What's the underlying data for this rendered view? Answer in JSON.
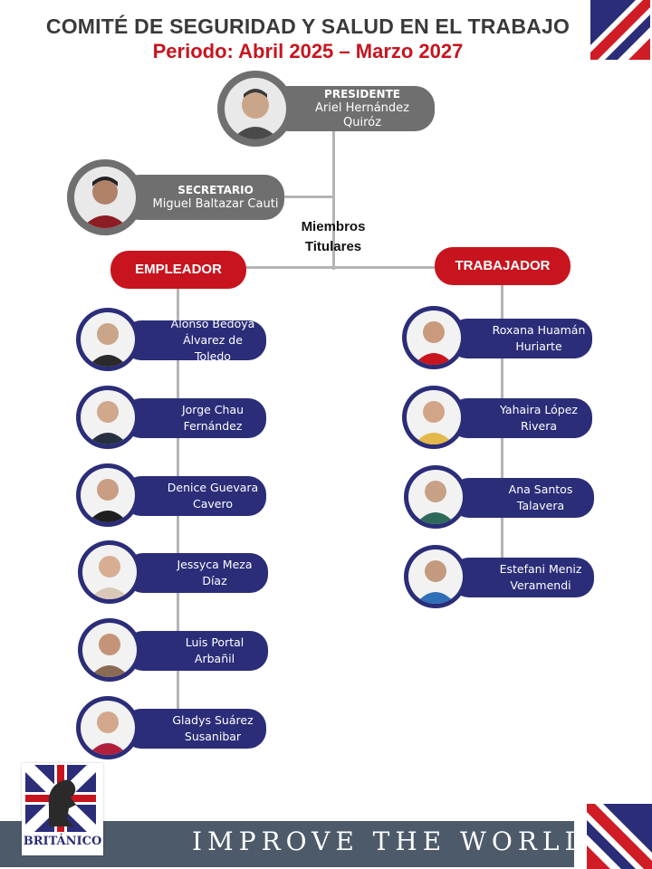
{
  "header": {
    "title": "COMITÉ DE SEGURIDAD Y SALUD EN EL TRABAJO",
    "period": "Periodo: Abril 2025 – Marzo 2027"
  },
  "president": {
    "role": "PRESIDENTE",
    "name_line1": "Ariel Hernández",
    "name_line2": "Quiróz"
  },
  "secretary": {
    "role": "SECRETARIO",
    "name": "Miguel Baltazar Cauti"
  },
  "members_label_line1": "Miembros",
  "members_label_line2": "Titulares",
  "employer": {
    "label": "EMPLEADOR",
    "members": [
      {
        "line1": "Alonso Bedoya",
        "line2": "Álvarez de Toledo"
      },
      {
        "line1": "Jorge Chau",
        "line2": "Fernández"
      },
      {
        "line1": "Denice Guevara",
        "line2": "Cavero"
      },
      {
        "line1": "Jessyca Meza",
        "line2": "Díaz"
      },
      {
        "line1": "Luis Portal",
        "line2": "Arbañil"
      },
      {
        "line1": "Gladys Suárez",
        "line2": "Susanibar"
      }
    ]
  },
  "worker": {
    "label": "TRABAJADOR",
    "members": [
      {
        "line1": "Roxana Huamán",
        "line2": "Huriarte"
      },
      {
        "line1": "Yahaira López",
        "line2": "Rivera"
      },
      {
        "line1": "Ana Santos",
        "line2": "Talavera"
      },
      {
        "line1": "Estefani Meniz",
        "line2": "Veramendi"
      }
    ]
  },
  "footer": {
    "slogan": "IMPROVE THE WORLD",
    "logo_text": "BRITÁNICO"
  },
  "colors": {
    "red": "#c8141e",
    "navy": "#2b2d79",
    "grey": "#6f6f6f",
    "footer": "#4d5a69"
  }
}
